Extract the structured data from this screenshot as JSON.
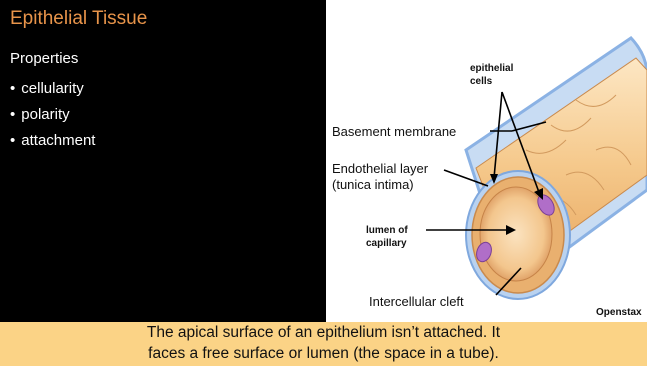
{
  "slide": {
    "title": "Epithelial Tissue",
    "subtitle": "Properties",
    "bullets": [
      "cellularity",
      "polarity",
      "attachment"
    ],
    "bullet_symbol": "•"
  },
  "figure": {
    "labels": {
      "epithelial_cells": [
        "epithelial",
        "cells"
      ],
      "basement_membrane": "Basement membrane",
      "endothelial_layer": [
        "Endothelial layer",
        "(tunica intima)"
      ],
      "lumen": [
        "lumen of",
        "capillary"
      ],
      "intercellular_cleft": "Intercellular cleft",
      "credit": "Openstax"
    }
  },
  "caption": {
    "lines": [
      "The apical surface of an epithelium isn’t attached. It",
      "faces a free surface or lumen (the space in a tube)."
    ]
  },
  "colors": {
    "slide_bg": "#000000",
    "title": "#e8944a",
    "caption_bg": "#fbd386"
  }
}
